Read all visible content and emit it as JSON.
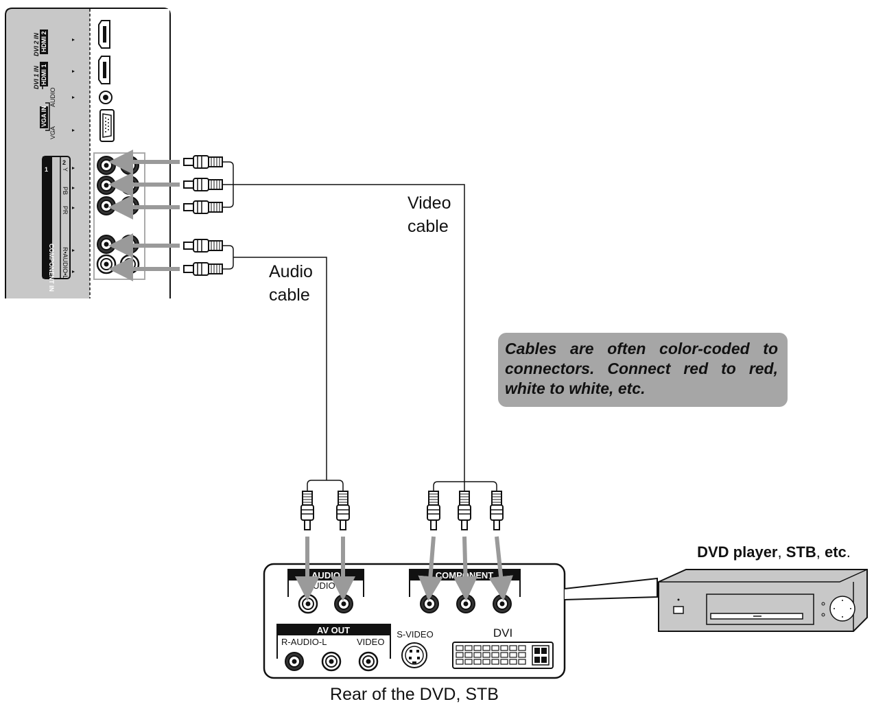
{
  "tv_panel": {
    "hdmi2_label": "HDMI 2",
    "dvi2_label": "DVI 2 IN",
    "hdmi1_label": "HDMI 1",
    "dvi1_label": "DVI 1 IN",
    "audio_label": "AUDIO",
    "vga_in_label": "VGA IN",
    "vga_label": "VGA",
    "component_in_label": "COMPONENT IN",
    "column_1_label": "1",
    "column_2_label": "2",
    "y_label": "Y",
    "pb_label": "PB",
    "pr_label": "PR",
    "r_audio_l_label": "R•AUDIO•L"
  },
  "cables": {
    "video_line1": "Video",
    "video_line2": "cable",
    "audio_line1": "Audio",
    "audio_line2": "cable"
  },
  "note": {
    "text": "Cables are often color-coded to connectors. Connect red to red, white to white, etc."
  },
  "device": {
    "label_part1": "DVD player",
    "label_sep1": ", ",
    "label_part2": "STB",
    "label_sep2": ", ",
    "label_part3": "etc",
    "label_end": "."
  },
  "rear_panel": {
    "audio_block_title": "AUDIO",
    "audio_block_sub": "AUDIO",
    "component_block_title": "COMPONENT",
    "av_out_title": "AV OUT",
    "r_audio_l": "R-AUDIO-L",
    "video": "VIDEO",
    "s_video": "S-VIDEO",
    "dvi": "DVI",
    "caption": "Rear of the DVD, STB"
  },
  "colors": {
    "panel_gray": "#c8c8c8",
    "note_gray": "#a6a6a6",
    "arrow_gray": "#9a9a9a",
    "ink": "#111111"
  }
}
